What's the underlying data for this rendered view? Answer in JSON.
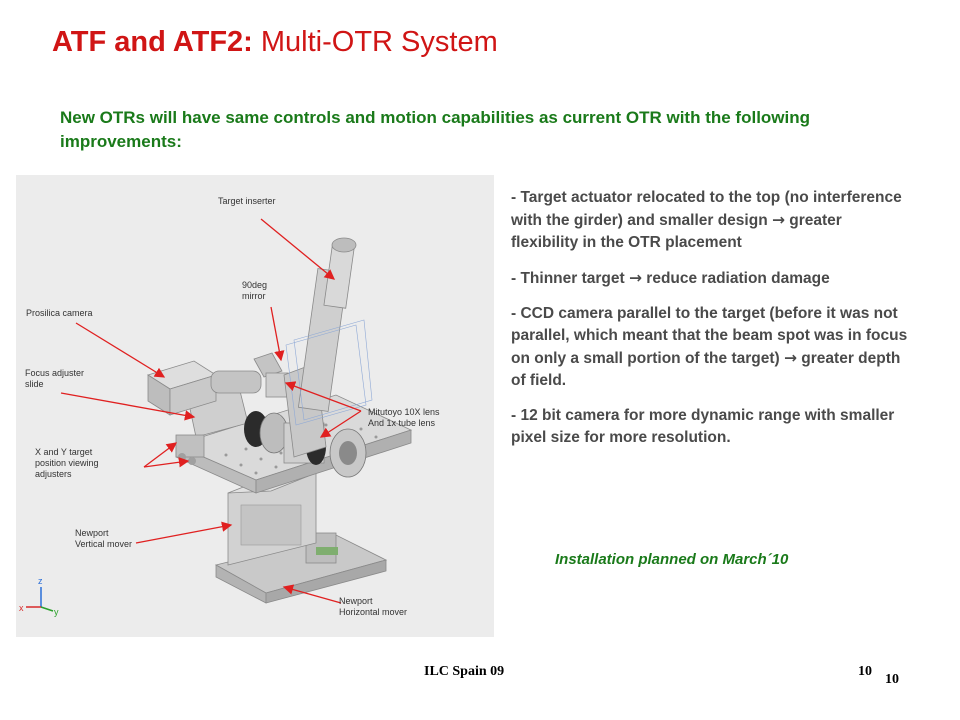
{
  "title": {
    "bold": "ATF and ATF2:",
    "rest": " Multi-OTR System"
  },
  "subtitle": "New OTRs will have same controls and motion capabilities as current OTR with the following improvements:",
  "figure": {
    "labels": {
      "target_inserter": "Target inserter",
      "mirror_line1": "90deg",
      "mirror_line2": "mirror",
      "prosilica": "Prosilica camera",
      "focus_line1": "Focus adjuster",
      "focus_line2": "slide",
      "xy_line1": "X and Y target",
      "xy_line2": "position viewing",
      "xy_line3": "adjusters",
      "mitutoyo_line1": "Mitutoyo 10X lens",
      "mitutoyo_line2": "And 1x tube lens",
      "vertical_line1": "Newport",
      "vertical_line2": "Vertical mover",
      "horizontal_line1": "Newport",
      "horizontal_line2": "Horizontal mover",
      "axis_z": "z",
      "axis_x": "x",
      "axis_y": "y"
    }
  },
  "bullets": {
    "b1_a": "- Target actuator relocated to the top (no interference with the girder) and smaller design ",
    "b1_arrow": "→",
    "b1_b": " greater flexibility in the OTR placement",
    "b2_a": "- Thinner target ",
    "b2_arrow": "→",
    "b2_b": " reduce radiation damage",
    "b3_a": "- CCD camera parallel to the target (before it was not parallel, which meant that the beam spot was in focus on only a small portion of the target) ",
    "b3_arrow": "→",
    "b3_b": " greater depth of field.",
    "b4": "- 12 bit camera for more dynamic range with smaller pixel size for  more resolution."
  },
  "installation": "Installation planned on March´10",
  "footer": {
    "center": "ILC Spain 09",
    "page_a": "10",
    "page_b": "10"
  }
}
